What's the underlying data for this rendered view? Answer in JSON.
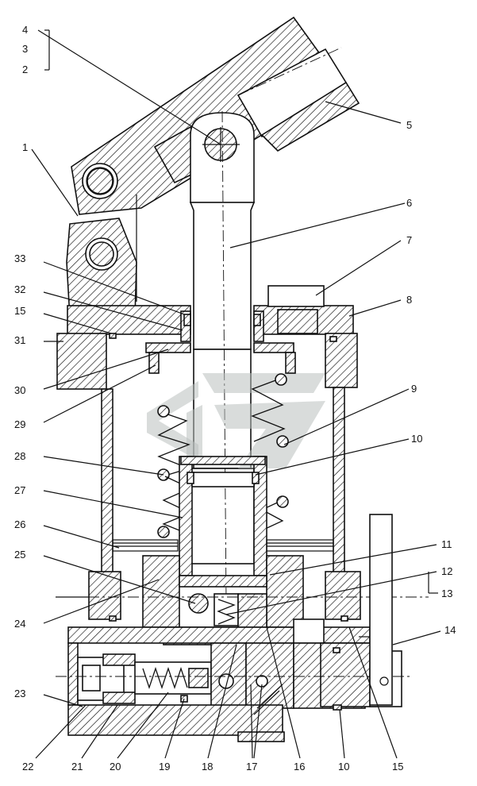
{
  "callouts": [
    {
      "id": "c4",
      "text": "4"
    },
    {
      "id": "c3",
      "text": "3"
    },
    {
      "id": "c2",
      "text": "2"
    },
    {
      "id": "c1",
      "text": "1"
    },
    {
      "id": "c5",
      "text": "5"
    },
    {
      "id": "c6",
      "text": "6"
    },
    {
      "id": "c7",
      "text": "7"
    },
    {
      "id": "c8",
      "text": "8"
    },
    {
      "id": "c33",
      "text": "33"
    },
    {
      "id": "c32",
      "text": "32"
    },
    {
      "id": "c15a",
      "text": "15"
    },
    {
      "id": "c31",
      "text": "31"
    },
    {
      "id": "c30",
      "text": "30"
    },
    {
      "id": "c29",
      "text": "29"
    },
    {
      "id": "c9",
      "text": "9"
    },
    {
      "id": "c10a",
      "text": "10"
    },
    {
      "id": "c28",
      "text": "28"
    },
    {
      "id": "c27",
      "text": "27"
    },
    {
      "id": "c26",
      "text": "26"
    },
    {
      "id": "c25",
      "text": "25"
    },
    {
      "id": "c11",
      "text": "11"
    },
    {
      "id": "c12",
      "text": "12"
    },
    {
      "id": "c13",
      "text": "13"
    },
    {
      "id": "c24",
      "text": "24"
    },
    {
      "id": "c14",
      "text": "14"
    },
    {
      "id": "c23",
      "text": "23"
    },
    {
      "id": "c22",
      "text": "22"
    },
    {
      "id": "c21",
      "text": "21"
    },
    {
      "id": "c20",
      "text": "20"
    },
    {
      "id": "c19",
      "text": "19"
    },
    {
      "id": "c18",
      "text": "18"
    },
    {
      "id": "c17",
      "text": "17"
    },
    {
      "id": "c16",
      "text": "16"
    },
    {
      "id": "c10b",
      "text": "10"
    },
    {
      "id": "c15b",
      "text": "15"
    }
  ],
  "watermark": {
    "icon": "logo-watermark-icon",
    "color": "#b9c0bd"
  }
}
